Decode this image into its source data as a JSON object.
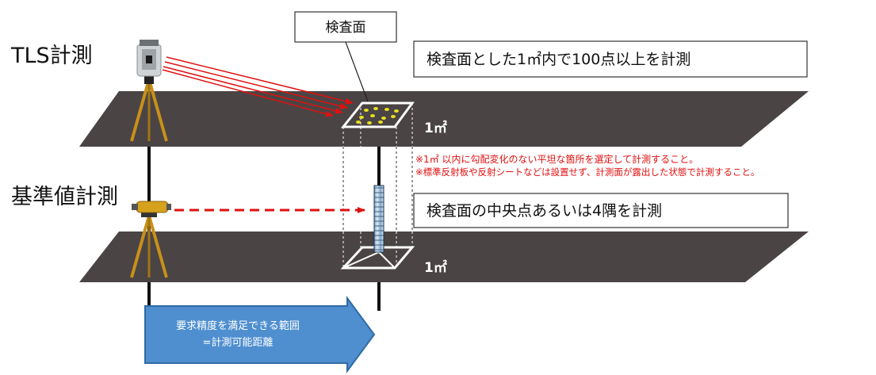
{
  "labels": {
    "tls_title": "TLS計測",
    "base_title": "基準値計測",
    "inspection_surface": "検査面",
    "area_upper": "1㎡",
    "area_lower": "1㎡"
  },
  "callouts": {
    "top": "検査面とした1㎡内で100点以上を計測",
    "middle": "検査面の中央点あるいは4隅を計測"
  },
  "notes": {
    "line1": "※1㎡ 以内に勾配変化のない平坦な箇所を選定して計測すること。",
    "line2": "※標準反射板や反射シートなどは設置せず、計測面が露出した状態で計測すること。"
  },
  "arrow_box": {
    "line1": "要求精度を満足できる範囲",
    "line2": "=計測可能距離"
  },
  "colors": {
    "road": "#4a4444",
    "laser": "#e01010",
    "note_text": "#e01010",
    "target_points": "#e8e020",
    "arrow_fill": "#4f8fcf",
    "tripod": "#c8901a",
    "level_body": "#d6a21e"
  },
  "icons": {
    "tls": "terrestrial-laser-scanner-icon",
    "level": "surveying-level-icon",
    "staff": "leveling-staff-icon"
  }
}
